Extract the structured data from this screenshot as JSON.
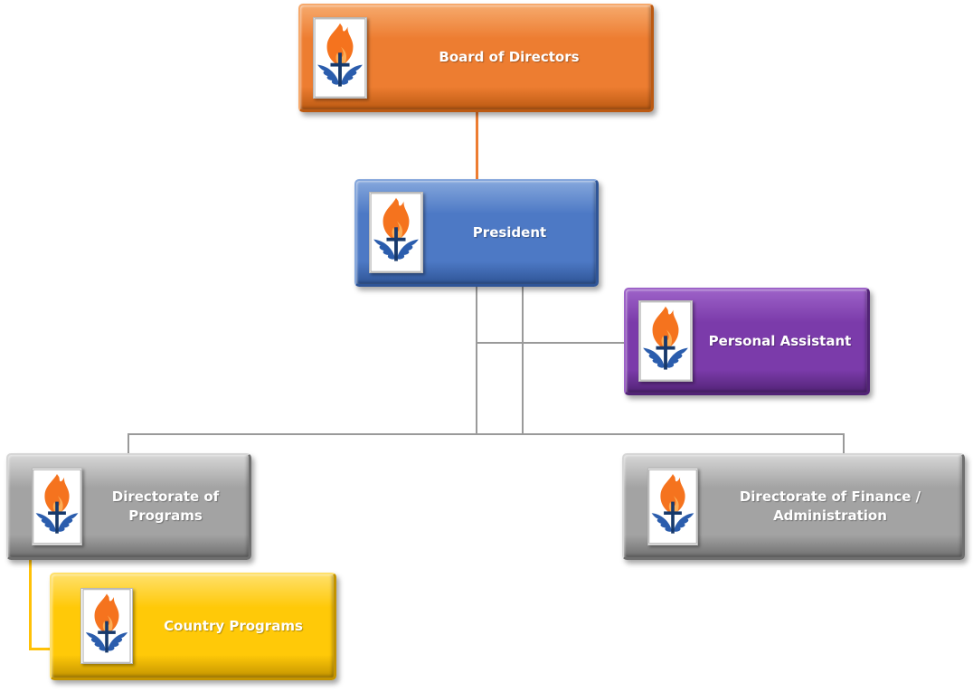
{
  "page": {
    "type": "organizational-chart",
    "background": "#FFFFFF"
  },
  "logo": {
    "name": "flame-wings-cross-logo",
    "frame_color": "#FFFFFF",
    "flame_color": "#F5731E",
    "wing_color": "#2B5DAD",
    "cross_color": "#17396B"
  },
  "nodes": [
    {
      "id": "board",
      "label": "Board of Directors",
      "color": "#ED7D31",
      "color_light": "#F6A96C",
      "color_dark": "#BC5A12"
    },
    {
      "id": "president",
      "label": "President",
      "color": "#4D79C5",
      "color_light": "#85A7DC",
      "color_dark": "#2F5597"
    },
    {
      "id": "personal_assistant",
      "label": "Personal Assistant",
      "color": "#7B3BAA",
      "color_light": "#9D62C8",
      "color_dark": "#522376"
    },
    {
      "id": "programs",
      "label": "Directorate of Programs",
      "color": "#A3A3A3",
      "color_light": "#D6D6D6",
      "color_dark": "#6F6F6F"
    },
    {
      "id": "finance",
      "label": "Directorate of Finance / Administration",
      "color": "#A3A3A3",
      "color_light": "#D6D6D6",
      "color_dark": "#6F6F6F"
    },
    {
      "id": "country",
      "label": "Country Programs",
      "color": "#FFC908",
      "color_light": "#FFE06A",
      "color_dark": "#C49400"
    }
  ],
  "connectors": [
    {
      "from": "Board of Directors",
      "to": "President",
      "color": "#ED7D31"
    },
    {
      "from": "President",
      "to": "Personal Assistant",
      "color": "#9A9A9A"
    },
    {
      "from": "President",
      "to": "Directorate of Programs",
      "color": "#9A9A9A"
    },
    {
      "from": "President",
      "to": "Directorate of Finance / Administration",
      "color": "#9A9A9A"
    },
    {
      "from": "Directorate of Programs",
      "to": "Country Programs",
      "color": "#FFC107"
    }
  ]
}
